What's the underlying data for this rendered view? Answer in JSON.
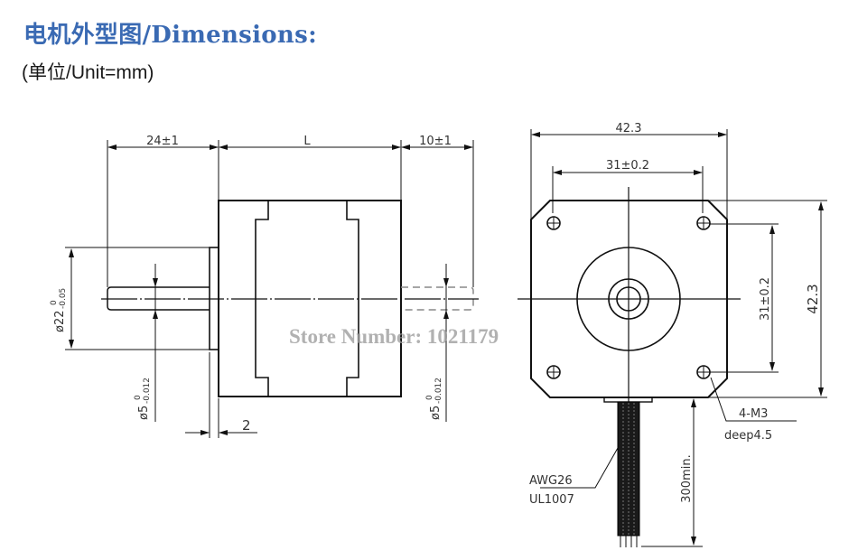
{
  "header": {
    "title": "电机外型图/Dimensions:",
    "subtitle": "(单位/Unit=mm)"
  },
  "side_view": {
    "dim_shaft_front": "24±1",
    "dim_body_length": "L",
    "dim_shaft_rear": "10±1",
    "dim_boss_diameter": "ø22",
    "dim_boss_tol_upper": "0",
    "dim_boss_tol_lower": "-0.05",
    "dim_shaft_diameter_front": "ø5",
    "dim_shaft_tol_upper_front": "0",
    "dim_shaft_tol_lower_front": "-0.012",
    "dim_shaft_diameter_rear": "ø5",
    "dim_shaft_tol_upper_rear": "0",
    "dim_shaft_tol_lower_rear": "-0.012",
    "dim_boss_height": "2"
  },
  "front_view": {
    "dim_width": "42.3",
    "dim_hole_spacing_h": "31±0.2",
    "dim_hole_spacing_v": "31±0.2",
    "dim_height": "42.3",
    "hole_spec": "4-M3",
    "hole_depth": "deep4.5",
    "wire_gauge": "AWG26",
    "wire_standard": "UL1007",
    "lead_length": "300min."
  },
  "watermark": "Store Number: 1021179",
  "colors": {
    "title": "#3a6ab3",
    "line": "#111111",
    "watermark": "#9e9e9e"
  }
}
